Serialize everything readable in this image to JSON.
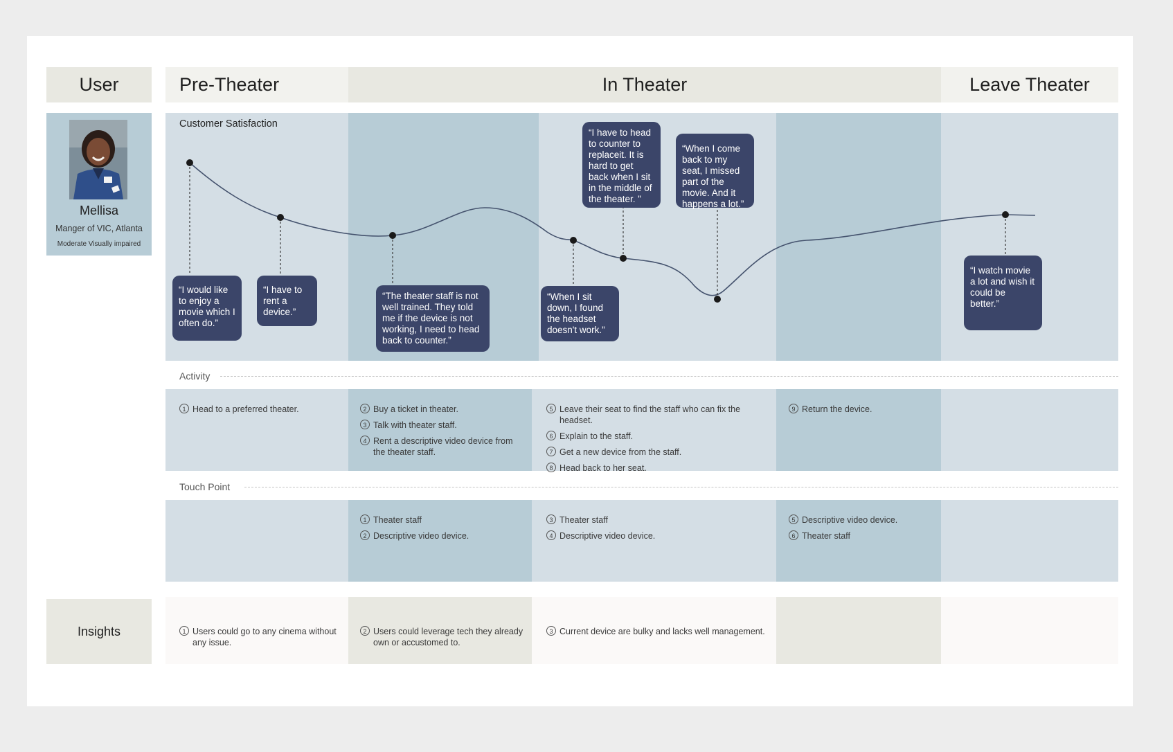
{
  "stages": {
    "user": "User",
    "pre_theater": "Pre-Theater",
    "in_theater": "In Theater",
    "leave_theater": "Leave Theater"
  },
  "persona": {
    "name": "Mellisa",
    "role": "Manger of VIC, Atlanta",
    "note": "Moderate Visually impaired"
  },
  "satisfaction": {
    "label": "Customer Satisfaction",
    "quotes": [
      "“I would like to enjoy a movie which I often do.”",
      "“I have to rent a device.”",
      "“The theater staff is not well trained. They told me if the device is not working, I need to head back to counter.”",
      "“When I sit down, I found the headset doesn't work.”",
      "“I have to head to counter to replaceit. It is hard to get back when I sit in the middle of the theater. ”",
      "“When I come back to my seat, I missed part of the movie. And it happens a lot.”",
      "“I watch movie a lot and wish it could be better.”"
    ]
  },
  "activity": {
    "label": "Activity",
    "columns": [
      [
        {
          "n": "1",
          "t": "Head to a preferred theater."
        }
      ],
      [
        {
          "n": "2",
          "t": "Buy a ticket in theater."
        },
        {
          "n": "3",
          "t": "Talk with theater staff."
        },
        {
          "n": "4",
          "t": "Rent a descriptive video device from the theater staff."
        }
      ],
      [
        {
          "n": "5",
          "t": "Leave their seat to find the staff who can fix the headset."
        },
        {
          "n": "6",
          "t": "Explain to the staff."
        },
        {
          "n": "7",
          "t": "Get a new device from the staff."
        },
        {
          "n": "8",
          "t": "Head back to her seat."
        }
      ],
      [
        {
          "n": "9",
          "t": "Return the device."
        }
      ],
      []
    ]
  },
  "touchpoint": {
    "label": "Touch Point",
    "columns": [
      [],
      [
        {
          "n": "1",
          "t": "Theater staff"
        },
        {
          "n": "2",
          "t": "Descriptive video device."
        }
      ],
      [
        {
          "n": "3",
          "t": "Theater staff"
        },
        {
          "n": "4",
          "t": "Descriptive video device."
        }
      ],
      [
        {
          "n": "5",
          "t": "Descriptive video device."
        },
        {
          "n": "6",
          "t": "Theater staff"
        }
      ],
      []
    ]
  },
  "insights": {
    "label": "Insights",
    "columns": [
      [
        {
          "n": "1",
          "t": "Users could go to any cinema without any issue."
        }
      ],
      [
        {
          "n": "2",
          "t": "Users could leverage tech they already own or accustomed to."
        }
      ],
      [
        {
          "n": "3",
          "t": "Current device are bulky and lacks well management."
        }
      ],
      [],
      []
    ]
  },
  "colors": {
    "light_band": "#d4dee5",
    "dark_band": "#b7ccd6",
    "bubble": "#3b4569",
    "header_band": "#e8e8e1"
  }
}
